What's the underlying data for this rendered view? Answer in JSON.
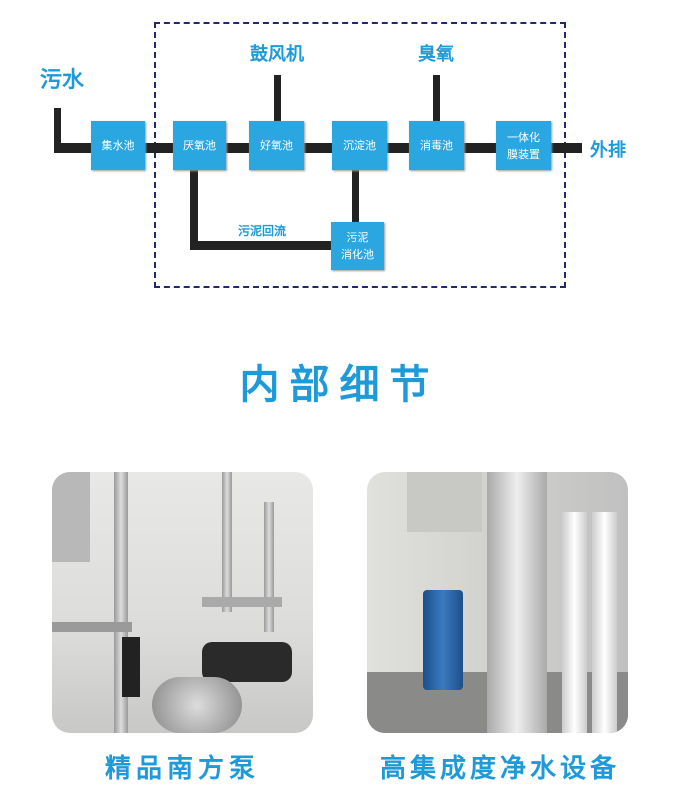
{
  "diagram": {
    "inlet": "污水",
    "outlet": "外排",
    "blower": "鼓风机",
    "ozone": "臭氧",
    "return_label": "污泥回流",
    "tanks": [
      "集水池",
      "厌氧池",
      "好氧池",
      "沉淀池",
      "消毒池"
    ],
    "membrane": [
      "一体化",
      "膜装置"
    ],
    "sludge": [
      "污泥",
      "消化池"
    ]
  },
  "section_title": "内部细节",
  "photos": [
    {
      "caption": "精品南方泵"
    },
    {
      "caption": "高集成度净水设备"
    }
  ],
  "colors": {
    "accent": "#1e9ad8",
    "box": "#2aa6e0",
    "pipe": "#222222",
    "dash": "#23286e"
  }
}
